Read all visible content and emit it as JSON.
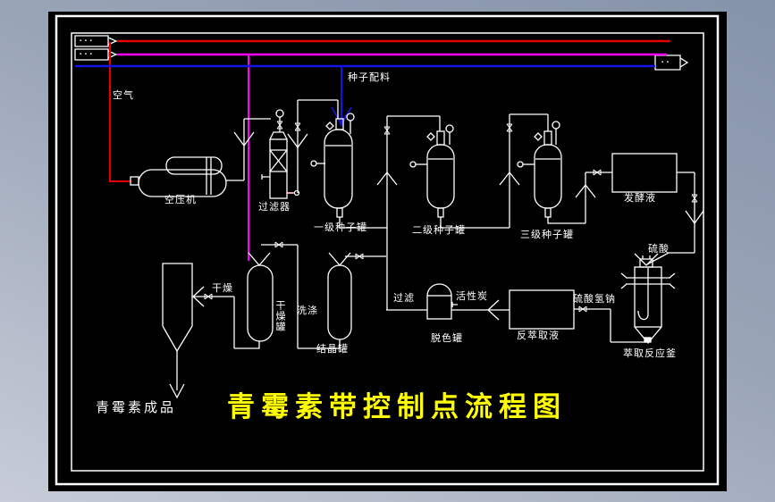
{
  "title": {
    "text": "青霉素带控制点流程图",
    "color": "#ffff00"
  },
  "colors": {
    "background": "#000000",
    "line": "#ffffff",
    "air_line": "#e60000",
    "utility_line": "#ff00ff",
    "feed_line": "#1414e6",
    "title_text": "#ffff00",
    "window_frame_top": "#8593aa",
    "window_frame_bottom": "#c7ccd8"
  },
  "flags": {
    "top_left_1": "▪ ▪ ▪",
    "top_left_2": "▪ ▪ ▪",
    "top_right": "▪ ▪"
  },
  "labels": {
    "air": "空气",
    "seed_feed": "种子配料",
    "compressor": "空压机",
    "filter_unit": "过滤器",
    "seed_tank_1": "一级种子罐",
    "seed_tank_2": "二级种子罐",
    "seed_tank_3": "三级种子罐",
    "fermentation_broth": "发酵液",
    "sulfuric_acid": "硫酸",
    "extraction_reactor": "萃取反应釜",
    "sodium_bisulfate": "硫酸氢钠",
    "back_extract_liquid": "反萃取液",
    "activated_carbon": "活性炭",
    "decolor_tank": "脱色罐",
    "filtration": "过滤",
    "crystallizer": "结晶罐",
    "washing": "洗涤",
    "dryer_tank": "干燥罐",
    "drying": "干燥",
    "product": "青霉素成品"
  }
}
